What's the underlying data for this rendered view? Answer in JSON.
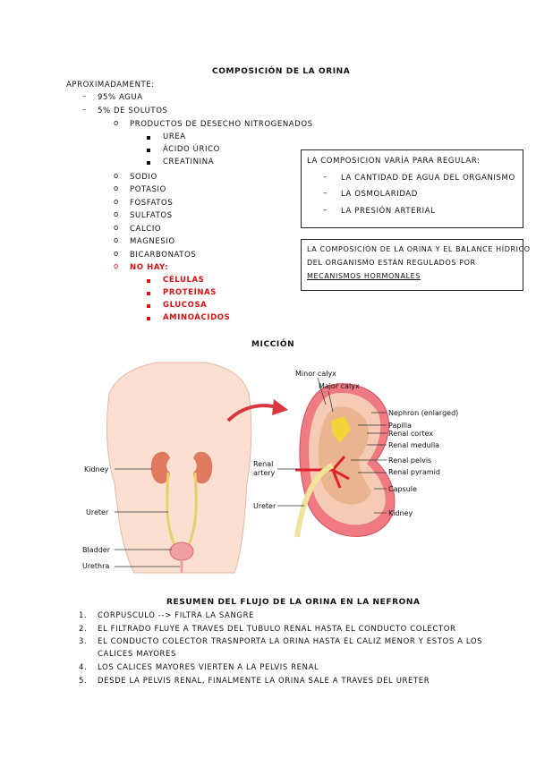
{
  "composition": {
    "title": "COMPOSICIÓN  DE LA ORINA",
    "intro": "APROXIMADAMENTE:",
    "l1": [
      "95% AGUA",
      "5% DE SOLUTOS"
    ],
    "waste_label": "PRODUCTOS DE DESECHO NITROGENADOS",
    "waste_items": [
      "UREA",
      "ÁCIDO ÚRICO",
      "CREATININA"
    ],
    "solutes": [
      "SODIO",
      "POTASIO",
      "FOSFATOS",
      "SULFATOS",
      "CALCIO",
      "MAGNESIO",
      "BICARBONATOS"
    ],
    "no_hay_label": "NO HAY:",
    "no_hay_items": [
      "CÉLULAS",
      "PROTEÍNAS",
      "GLUCOSA",
      "AMINOÁCIDOS"
    ]
  },
  "box1": {
    "title": "LA COMPOSICION VARÍA PARA REGULAR:",
    "items": [
      "LA CANTIDAD DE AGUA DEL ORGANISMO",
      "LA OSMOLARIDAD",
      "LA PRESIÓN ARTERIAL"
    ]
  },
  "box2": {
    "lines": [
      "LA COMPOSICIÓN DE LA ORINA Y EL BALANCE HÍDRICO",
      "DEL ORGANISMO ESTÁN REGULADOS POR"
    ],
    "underlined": "MECANISMOS HORMONALES"
  },
  "miccion": {
    "title": "MICCIÓN",
    "labels": {
      "kidney": "Kidney",
      "ureter": "Ureter",
      "bladder": "Bladder",
      "urethra": "Urethra",
      "minor_calyx": "Minor calyx",
      "major_calyx": "Major calyx",
      "nephron": "Nephron (enlarged)",
      "papilla": "Papilla",
      "renal_cortex": "Renal cortex",
      "renal_medulla": "Renal medulla",
      "renal_pelvis": "Renal pelvis",
      "renal_pyramid": "Renal pyramid",
      "capsule": "Capsule",
      "renal_artery_1": "Renal",
      "renal_artery_2": "artery",
      "ureter_right": "Ureter",
      "kidney_right": "Kidney"
    }
  },
  "resumen": {
    "title": "RESUMEN DEL FLUJO DE LA ORINA EN LA NEFRONA",
    "items": [
      {
        "n": "1.",
        "text": "CORPUSCULO --> FILTRA LA SANGRE"
      },
      {
        "n": "2.",
        "text": "EL FILTRADO FLUYE A TRAVES DEL TUBULO RENAL HASTA EL CONDUCTO COLECTOR"
      },
      {
        "n": "3.",
        "text": "EL CONDUCTO COLECTOR TRASNPORTA LA ORINA HASTA EL CALIZ MENOR Y ESTOS A LOS",
        "cont": "CALICES MAYORES"
      },
      {
        "n": "4.",
        "text": "LOS CALICES MAYORES VIERTEN A LA PELVIS RENAL"
      },
      {
        "n": "5.",
        "text": "DESDE LA PELVIS RENAL, FINALMENTE LA ORINA SALE A TRAVES DEL URETER"
      }
    ]
  }
}
